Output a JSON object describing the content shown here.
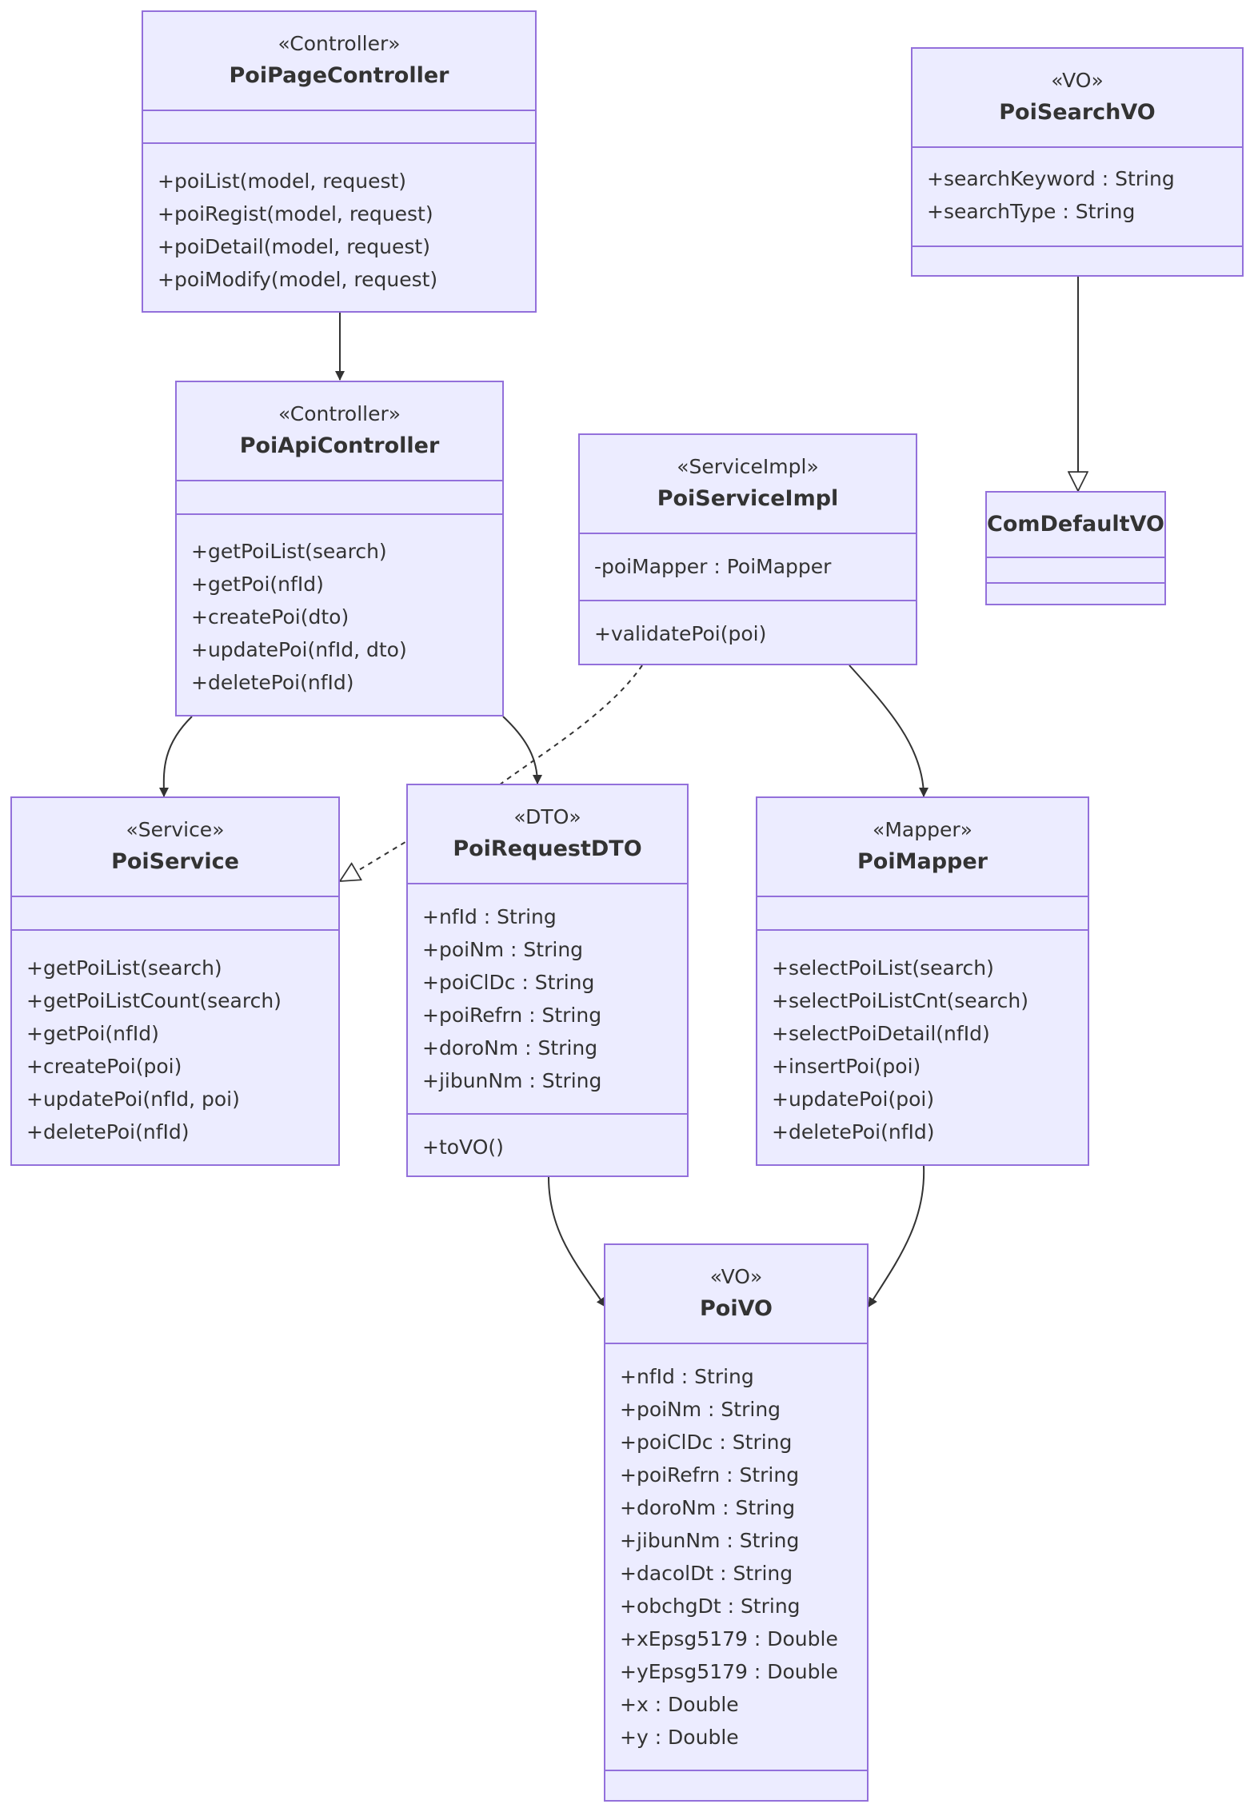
{
  "diagram": {
    "classes": {
      "PoiPageController": {
        "stereotype": "«Controller»",
        "name": "PoiPageController",
        "attributes": [],
        "methods": [
          "+poiList(model, request)",
          "+poiRegist(model, request)",
          "+poiDetail(model, request)",
          "+poiModify(model, request)"
        ]
      },
      "PoiSearchVO": {
        "stereotype": "«VO»",
        "name": "PoiSearchVO",
        "attributes": [
          "+searchKeyword : String",
          "+searchType : String"
        ],
        "methods": []
      },
      "PoiApiController": {
        "stereotype": "«Controller»",
        "name": "PoiApiController",
        "attributes": [],
        "methods": [
          "+getPoiList(search)",
          "+getPoi(nfId)",
          "+createPoi(dto)",
          "+updatePoi(nfId, dto)",
          "+deletePoi(nfId)"
        ]
      },
      "PoiServiceImpl": {
        "stereotype": "«ServiceImpl»",
        "name": "PoiServiceImpl",
        "attributes": [
          "-poiMapper : PoiMapper"
        ],
        "methods": [
          "+validatePoi(poi)"
        ]
      },
      "ComDefaultVO": {
        "stereotype": "",
        "name": "ComDefaultVO",
        "attributes": [],
        "methods": []
      },
      "PoiService": {
        "stereotype": "«Service»",
        "name": "PoiService",
        "attributes": [],
        "methods": [
          "+getPoiList(search)",
          "+getPoiListCount(search)",
          "+getPoi(nfId)",
          "+createPoi(poi)",
          "+updatePoi(nfId, poi)",
          "+deletePoi(nfId)"
        ]
      },
      "PoiRequestDTO": {
        "stereotype": "«DTO»",
        "name": "PoiRequestDTO",
        "attributes": [
          "+nfId : String",
          "+poiNm : String",
          "+poiClDc : String",
          "+poiRefrn : String",
          "+doroNm : String",
          "+jibunNm : String"
        ],
        "methods": [
          "+toVO()"
        ]
      },
      "PoiMapper": {
        "stereotype": "«Mapper»",
        "name": "PoiMapper",
        "attributes": [],
        "methods": [
          "+selectPoiList(search)",
          "+selectPoiListCnt(search)",
          "+selectPoiDetail(nfId)",
          "+insertPoi(poi)",
          "+updatePoi(poi)",
          "+deletePoi(nfId)"
        ]
      },
      "PoiVO": {
        "stereotype": "«VO»",
        "name": "PoiVO",
        "attributes": [
          "+nfId : String",
          "+poiNm : String",
          "+poiClDc : String",
          "+poiRefrn : String",
          "+doroNm : String",
          "+jibunNm : String",
          "+dacolDt : String",
          "+obchgDt : String",
          "+xEpsg5179 : Double",
          "+yEpsg5179 : Double",
          "+x : Double",
          "+y : Double"
        ],
        "methods": []
      }
    },
    "relations": [
      {
        "from": "PoiPageController",
        "to": "PoiApiController",
        "kind": "association"
      },
      {
        "from": "PoiSearchVO",
        "to": "ComDefaultVO",
        "kind": "inheritance"
      },
      {
        "from": "PoiApiController",
        "to": "PoiService",
        "kind": "association"
      },
      {
        "from": "PoiApiController",
        "to": "PoiRequestDTO",
        "kind": "association"
      },
      {
        "from": "PoiServiceImpl",
        "to": "PoiService",
        "kind": "realization"
      },
      {
        "from": "PoiServiceImpl",
        "to": "PoiMapper",
        "kind": "association"
      },
      {
        "from": "PoiRequestDTO",
        "to": "PoiVO",
        "kind": "association"
      },
      {
        "from": "PoiMapper",
        "to": "PoiVO",
        "kind": "association"
      }
    ],
    "colors": {
      "fill": "#ECECFF",
      "border": "#9370DB",
      "line": "#333333",
      "text": "#333333"
    }
  }
}
